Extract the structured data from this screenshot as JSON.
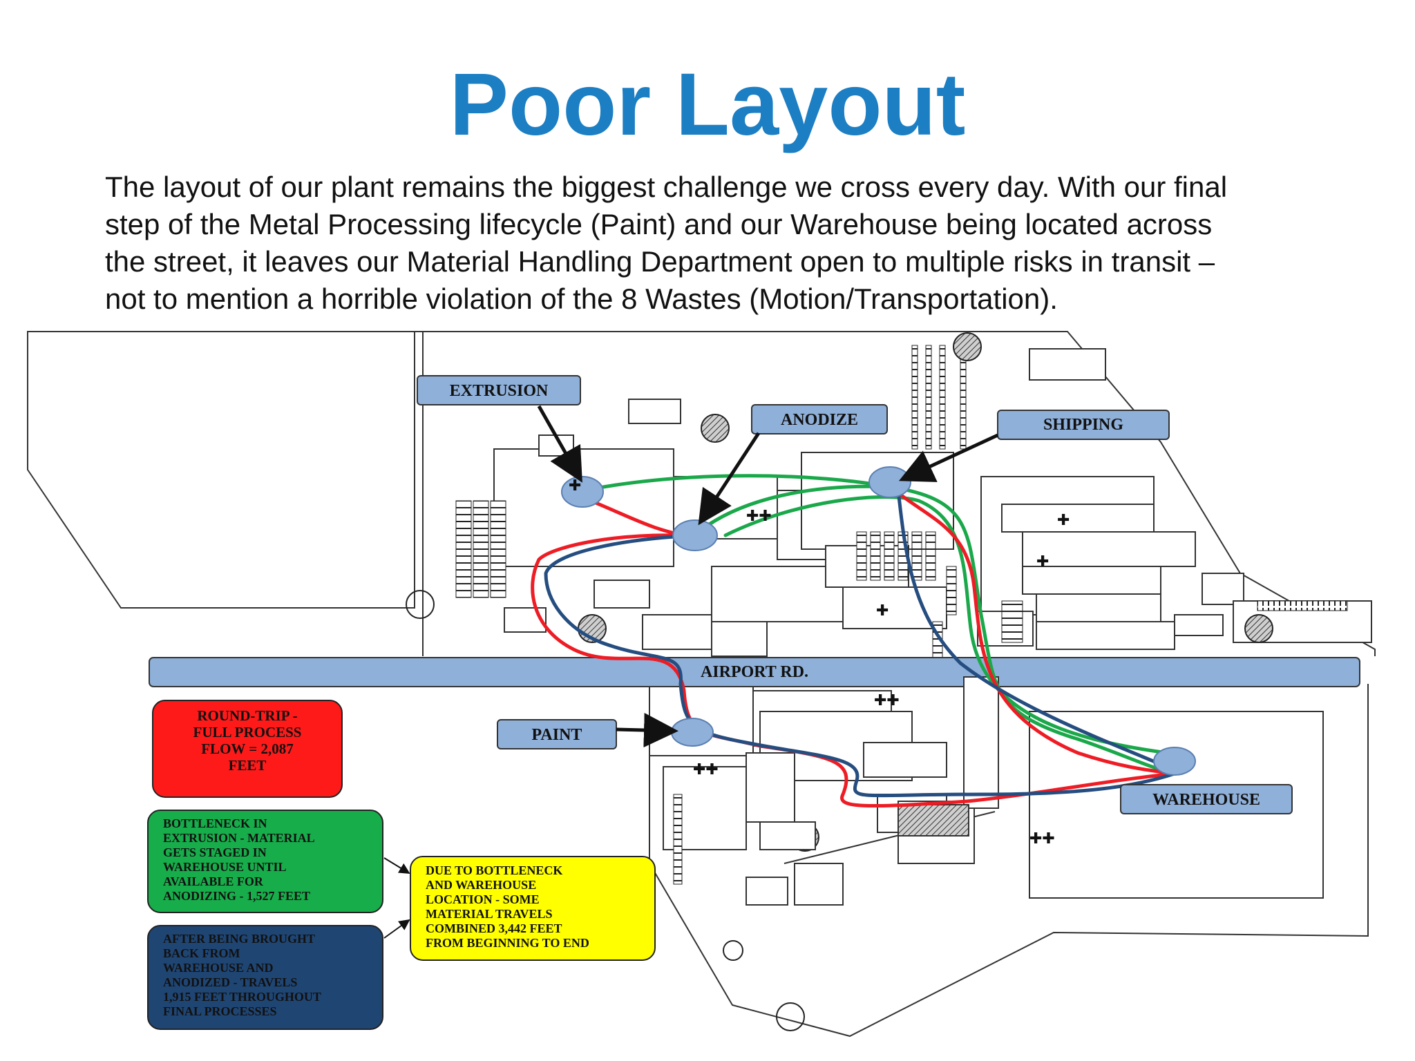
{
  "slide": {
    "title": "Poor Layout",
    "body_lines": [
      "The layout of our plant remains the biggest challenge we cross every day.  With our final",
      "step of the Metal Processing lifecycle (Paint) and our Warehouse being located across",
      "the street, it leaves our Material Handling Department open to multiple risks in transit –",
      "not to mention a horrible violation of the 8 Wastes (Motion/Transportation)."
    ]
  },
  "map": {
    "labels": {
      "extrusion": "EXTRUSION",
      "anodize": "ANODIZE",
      "shipping": "SHIPPING",
      "airport_rd": "AIRPORT RD.",
      "paint": "PAINT",
      "warehouse": "WAREHOUSE"
    },
    "callouts": {
      "red": {
        "lines": [
          "ROUND-TRIP -",
          "FULL PROCESS",
          "FLOW = 2,087",
          "FEET"
        ],
        "color": "#ff1a1a"
      },
      "green": {
        "lines": [
          "BOTTLENECK IN",
          "EXTRUSION - MATERIAL",
          "GETS STAGED IN",
          "WAREHOUSE UNTIL",
          "AVAILABLE FOR",
          "ANODIZING - 1,527 FEET"
        ],
        "color": "#18ad4b"
      },
      "blue": {
        "lines": [
          "AFTER BEING BROUGHT",
          "BACK FROM",
          "WAREHOUSE AND",
          "ANODIZED - TRAVELS",
          "1,915 FEET THROUGHOUT",
          "FINAL PROCESSES"
        ],
        "color": "#1f4573"
      },
      "yellow": {
        "lines": [
          "DUE TO BOTTLENECK",
          "AND WAREHOUSE",
          "LOCATION - SOME",
          "MATERIAL TRAVELS",
          "COMBINED 3,442 FEET",
          "FROM BEGINNING TO END"
        ],
        "color": "#ffff00"
      }
    },
    "route_colors": {
      "red": "#ee1c24",
      "green": "#1aa84a",
      "blue": "#254d80"
    },
    "label_fill": "#8fb0d9"
  }
}
